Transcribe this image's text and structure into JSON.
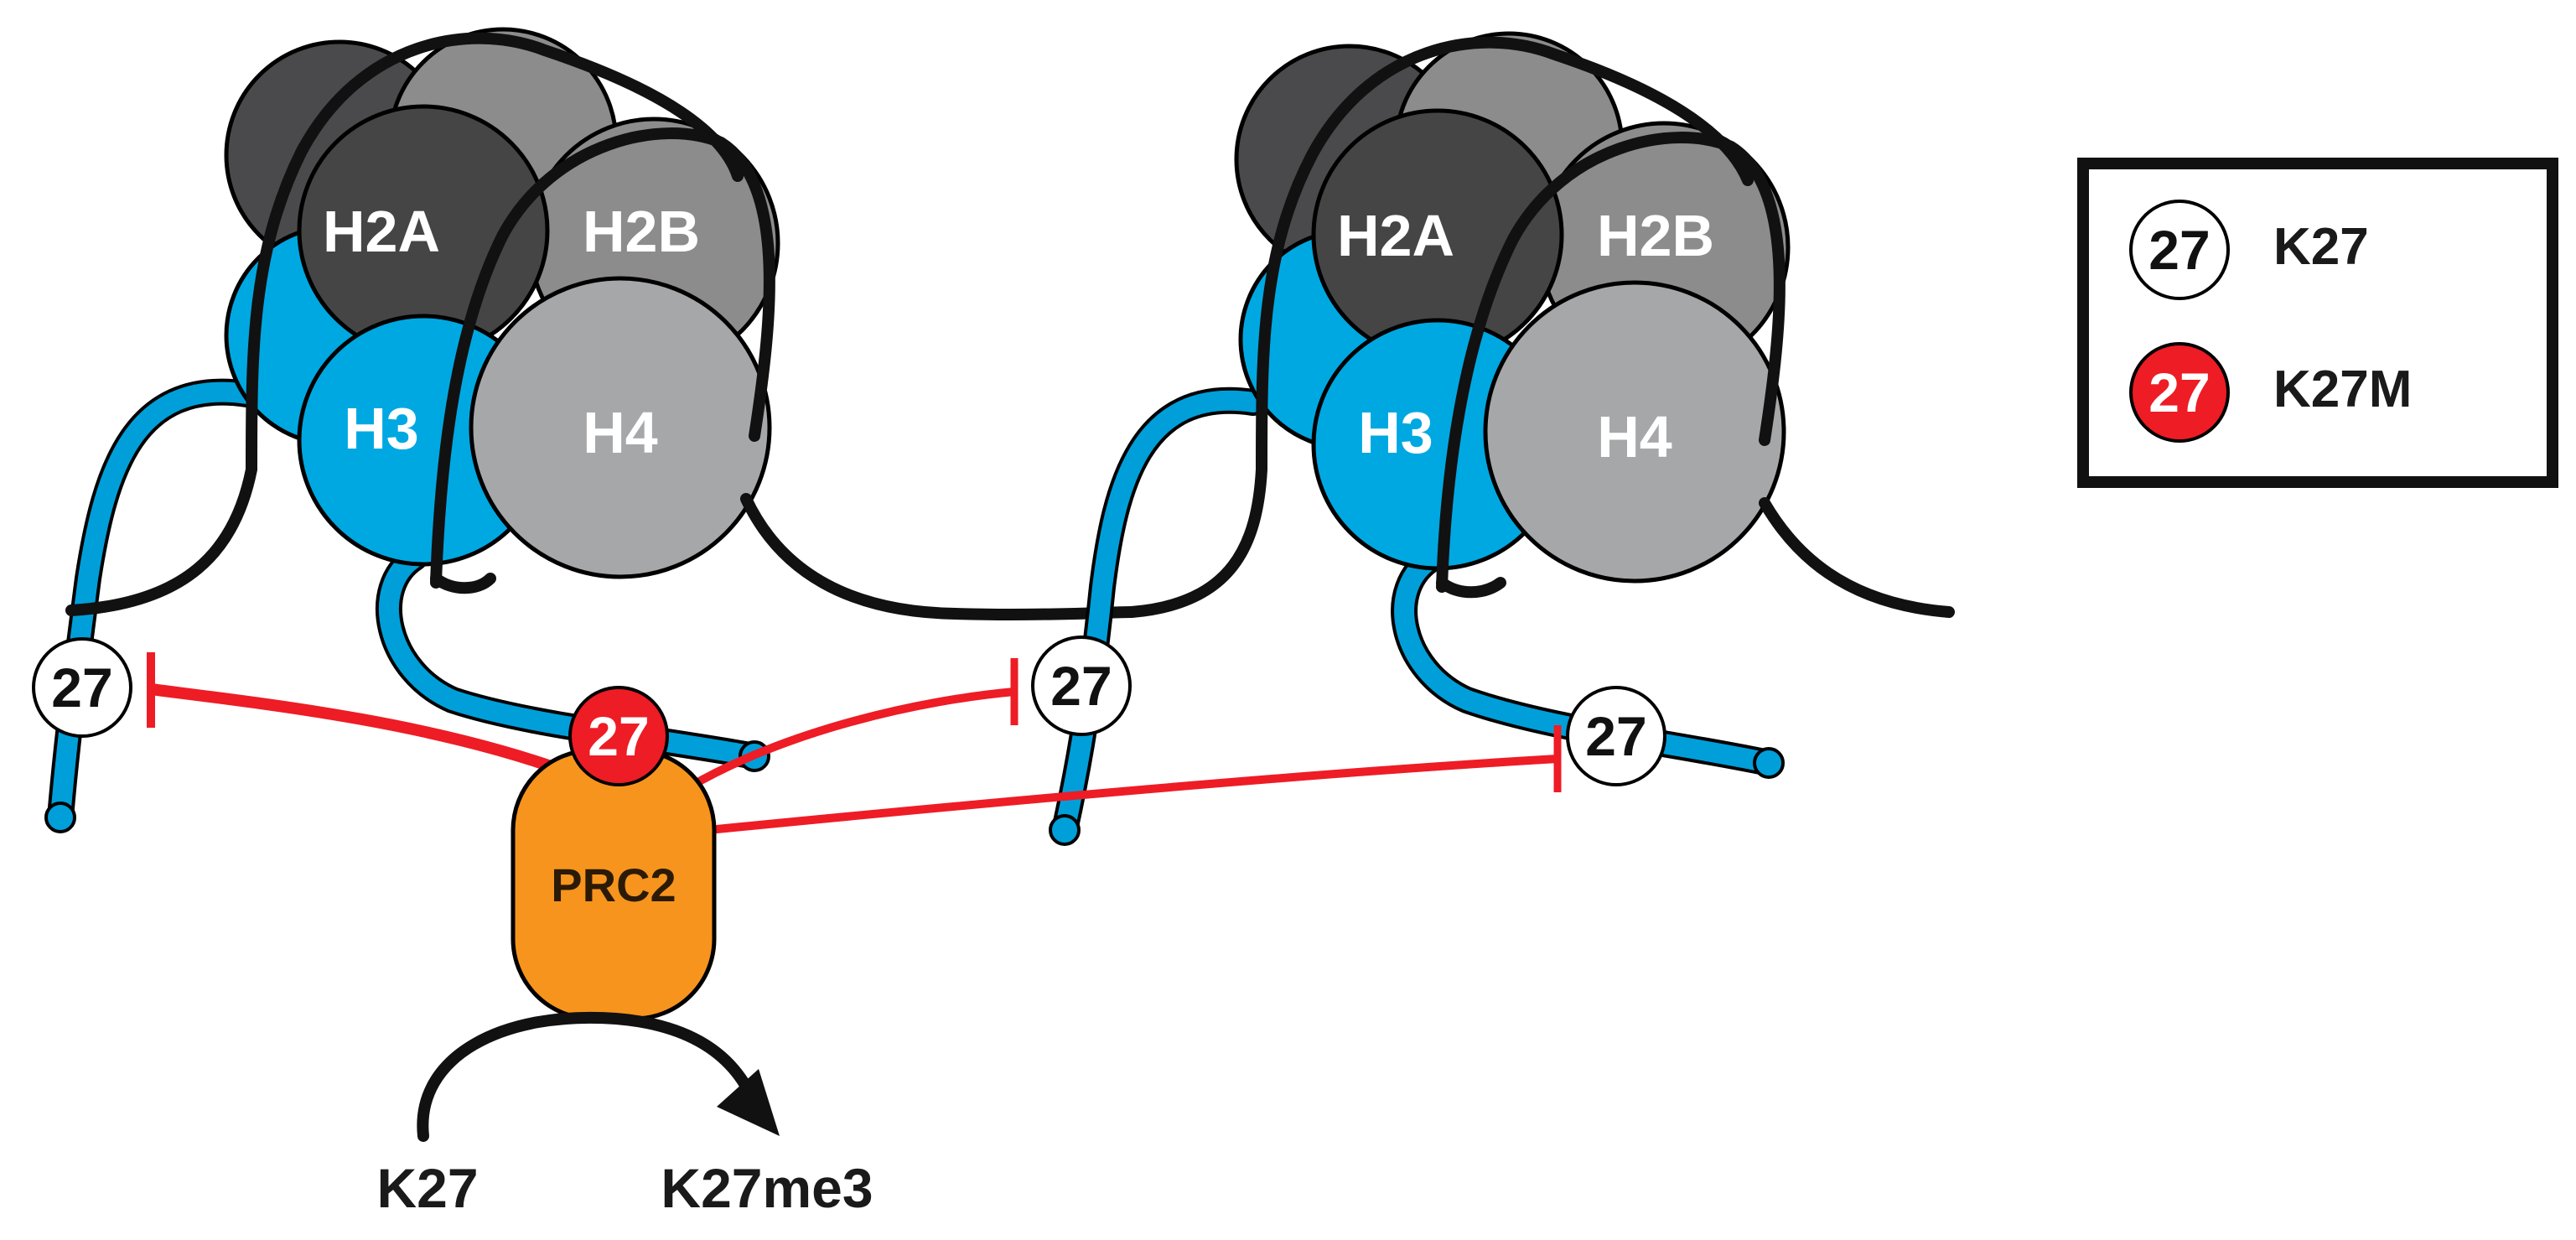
{
  "nucleosomes": [
    {
      "histones": {
        "h2a": "H2A",
        "h2b": "H2B",
        "h3": "H3",
        "h4": "H4"
      }
    },
    {
      "histones": {
        "h2a": "H2A",
        "h2b": "H2B",
        "h3": "H3",
        "h4": "H4"
      }
    }
  ],
  "residues": {
    "k27_left": "27",
    "k27m_mutant": "27",
    "k27_middle": "27",
    "k27_right": "27"
  },
  "complex": {
    "label": "PRC2"
  },
  "reaction": {
    "substrate": "K27",
    "product": "K27me3"
  },
  "legend": {
    "items": [
      {
        "marker": "27",
        "label": "K27",
        "fill": "#ffffff"
      },
      {
        "marker": "27",
        "label": "K27M",
        "fill": "#ee1c25"
      }
    ]
  },
  "colors": {
    "tail_blue": "#009fd9",
    "h3_blue": "#00a8e2",
    "h2a_dark": "#454545",
    "h2b_grey": "#8c8c8d",
    "h4_grey": "#a6a7a9",
    "dna_black": "#111111",
    "inhibition_red": "#ee1c25",
    "prc2_orange": "#f7941d"
  }
}
